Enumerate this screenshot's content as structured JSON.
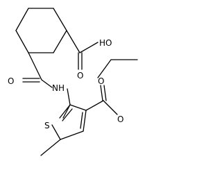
{
  "molecule": {
    "description_visible": false,
    "labels": {
      "carboxylic_acid_oh": "HO",
      "acid_carbonyl_o": "O",
      "amide_carbonyl_o": "O",
      "amide_nh": "NH",
      "thiophene_s": "S",
      "ester_o_ether": "O",
      "ester_o_carbonyl": "O"
    },
    "colors": {
      "bond": "#000000",
      "text": "#000000",
      "background": "#ffffff"
    }
  }
}
